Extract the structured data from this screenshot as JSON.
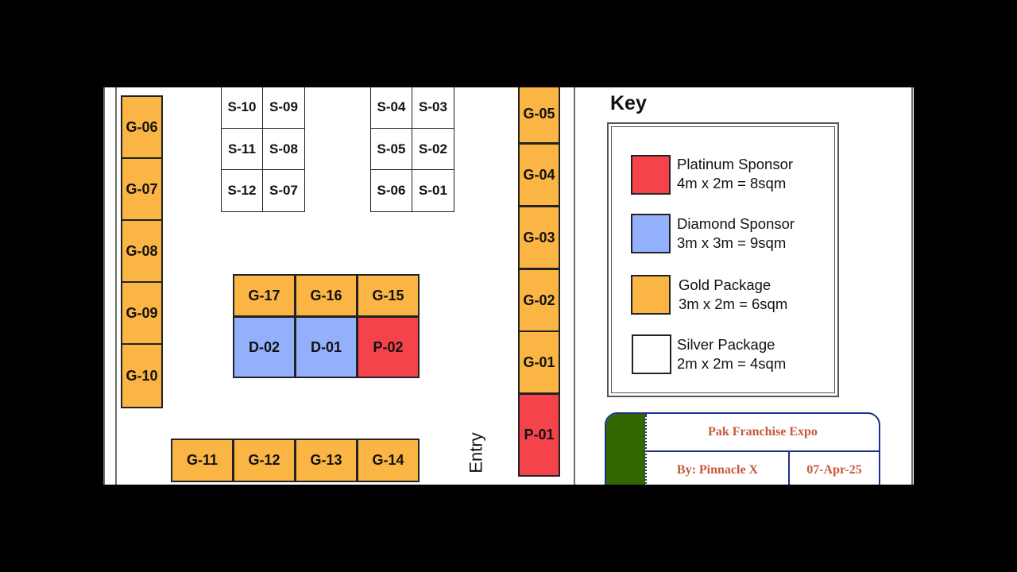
{
  "booths": {
    "g06": "G-06",
    "g07": "G-07",
    "g08": "G-08",
    "g09": "G-09",
    "g10": "G-10",
    "s10": "S-10",
    "s09": "S-09",
    "s11": "S-11",
    "s08": "S-08",
    "s12": "S-12",
    "s07": "S-07",
    "s04": "S-04",
    "s03": "S-03",
    "s05": "S-05",
    "s02": "S-02",
    "s06": "S-06",
    "s01": "S-01",
    "g17": "G-17",
    "g16": "G-16",
    "g15": "G-15",
    "d02": "D-02",
    "d01": "D-01",
    "p02": "P-02",
    "g11": "G-11",
    "g12": "G-12",
    "g13": "G-13",
    "g14": "G-14",
    "g05": "G-05",
    "g04": "G-04",
    "g03": "G-03",
    "g02": "G-02",
    "g01": "G-01",
    "p01": "P-01"
  },
  "entry_label": "Entry",
  "key": {
    "title": "Key",
    "items": [
      {
        "name": "Platinum Sponsor",
        "size": "4m x 2m = 8sqm",
        "color": "#f5434b"
      },
      {
        "name": "Diamond Sponsor",
        "size": "3m x 3m = 9sqm",
        "color": "#93b0fc"
      },
      {
        "name": "Gold Package",
        "size": "3m x 2m = 6sqm",
        "color": "#fbb544"
      },
      {
        "name": "Silver Package",
        "size": "2m x 2m = 4sqm",
        "color": "#ffffff"
      }
    ]
  },
  "title_block": {
    "title": "Pak Franchise Expo",
    "by": "By: Pinnacle X",
    "date": "07-Apr-25"
  }
}
